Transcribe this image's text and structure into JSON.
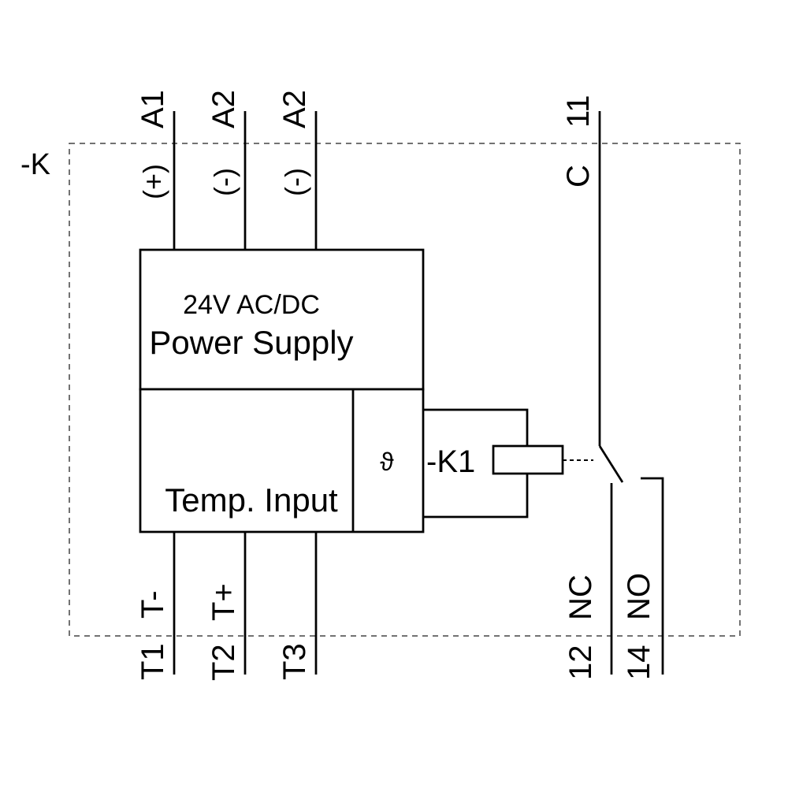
{
  "diagram": {
    "device_label": "-K",
    "relay_coil_label": "-K1",
    "sensor_symbol": "ϑ",
    "power_supply": {
      "voltage": "24V AC/DC",
      "label": "Power Supply"
    },
    "temp_input": {
      "label": "Temp. Input"
    },
    "top_terminals": [
      {
        "terminal": "A1",
        "function": "(+)"
      },
      {
        "terminal": "A2",
        "function": "(-)"
      },
      {
        "terminal": "A2",
        "function": "(-)"
      },
      {
        "terminal": "11",
        "function": "C"
      }
    ],
    "bottom_terminals": [
      {
        "terminal": "T1",
        "function": "T-"
      },
      {
        "terminal": "T2",
        "function": "T+"
      },
      {
        "terminal": "T3",
        "function": ""
      },
      {
        "terminal": "12",
        "function": "NC"
      },
      {
        "terminal": "14",
        "function": "NO"
      }
    ],
    "colors": {
      "line": "#000000",
      "background": "#ffffff",
      "boundary": "#444444"
    }
  }
}
